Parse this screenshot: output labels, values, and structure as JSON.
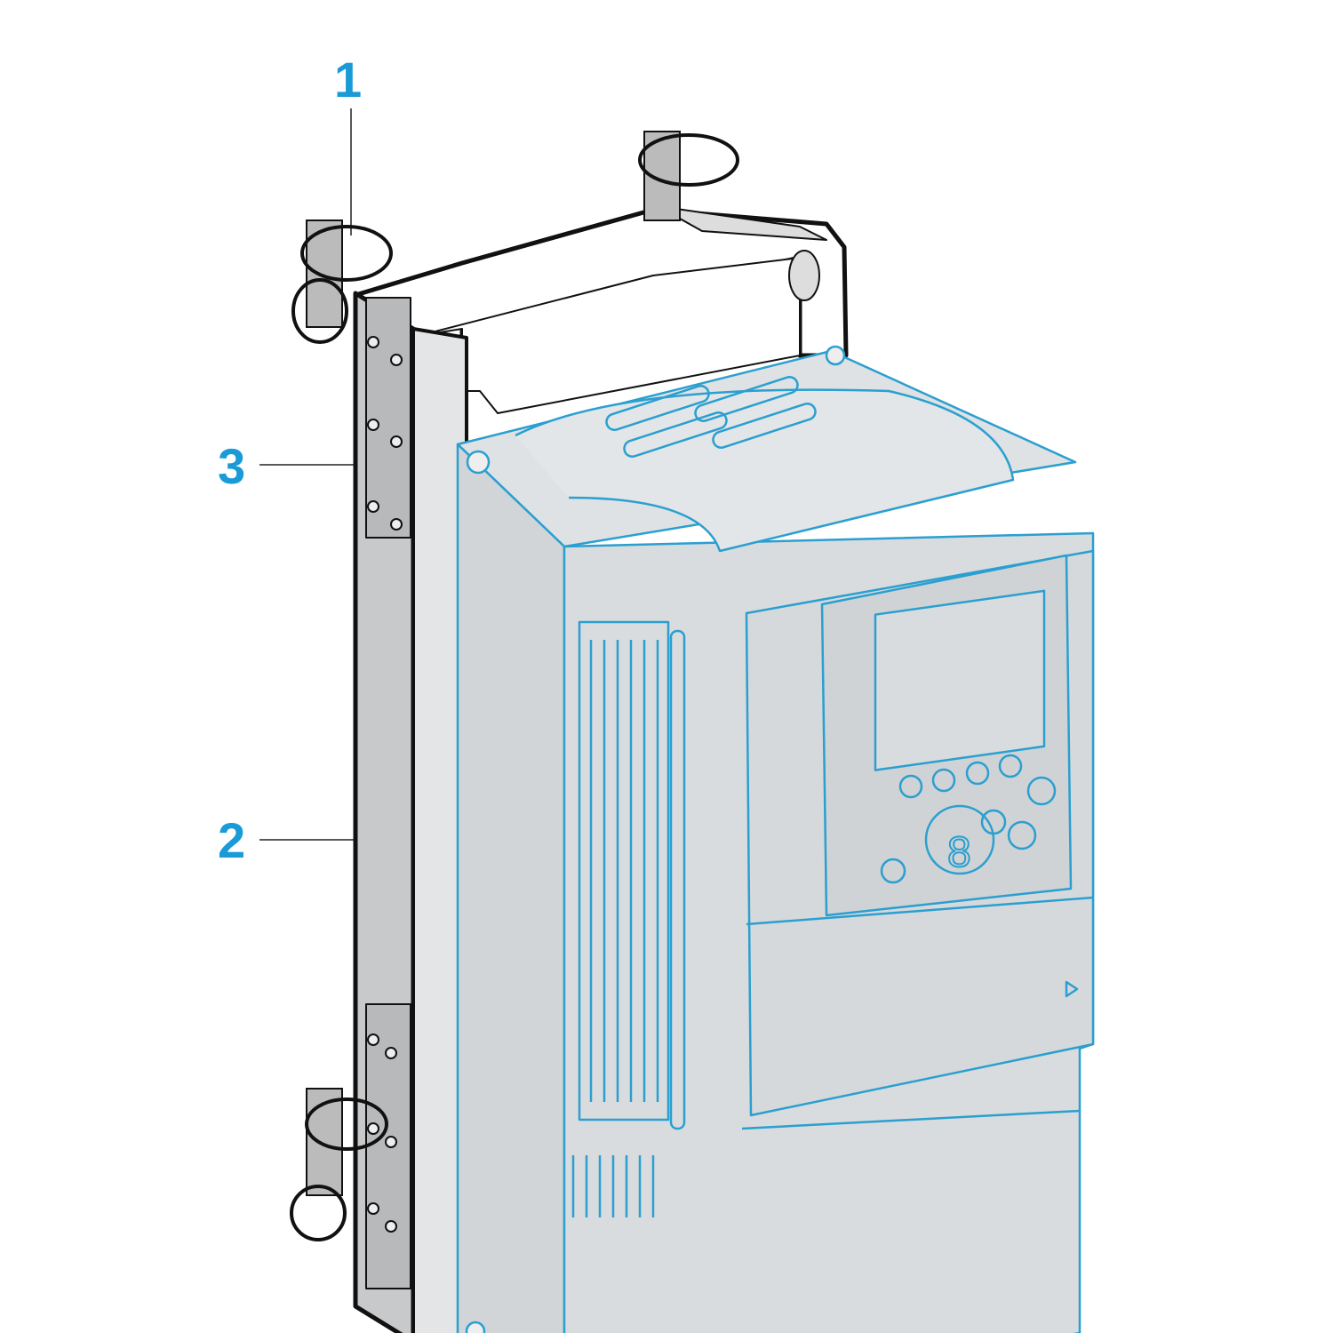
{
  "callouts": [
    {
      "number": "1"
    },
    {
      "number": "3"
    },
    {
      "number": "2"
    }
  ],
  "colors": {
    "callout": "#1a9ad6",
    "drive_outline": "#2a9fd0",
    "drive_fill": "#d9dcde",
    "plate_fill": "#c8c9cb",
    "frame_stroke": "#111111"
  }
}
